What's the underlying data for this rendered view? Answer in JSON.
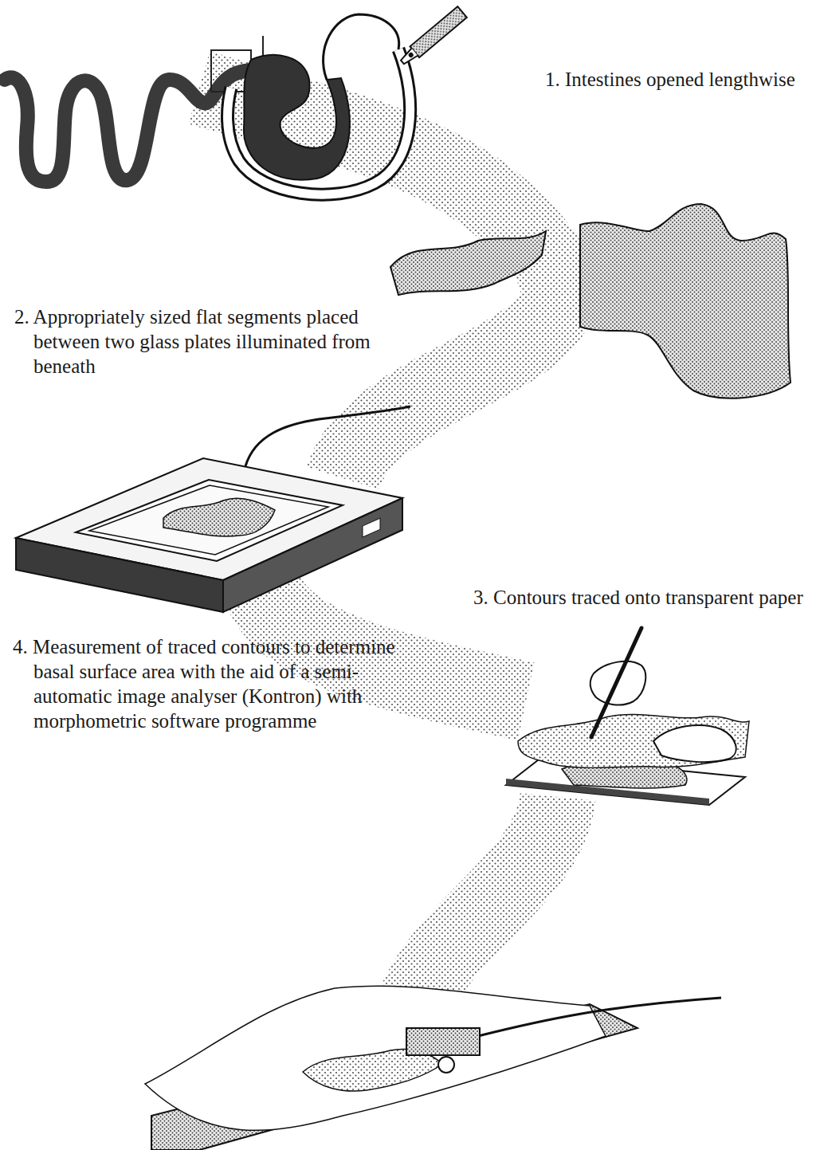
{
  "diagram": {
    "labels": [
      "1. Intestines opened lengthwise",
      "2. Appropriately sized flat segments placed between two glass plates illuminated from beneath",
      "3. Contours traced onto transparent paper",
      "4. Measurement of traced contours to determine basal surface area with the aid of a semi-automatic image analyser (Kontron) with morphometric software programme"
    ]
  }
}
